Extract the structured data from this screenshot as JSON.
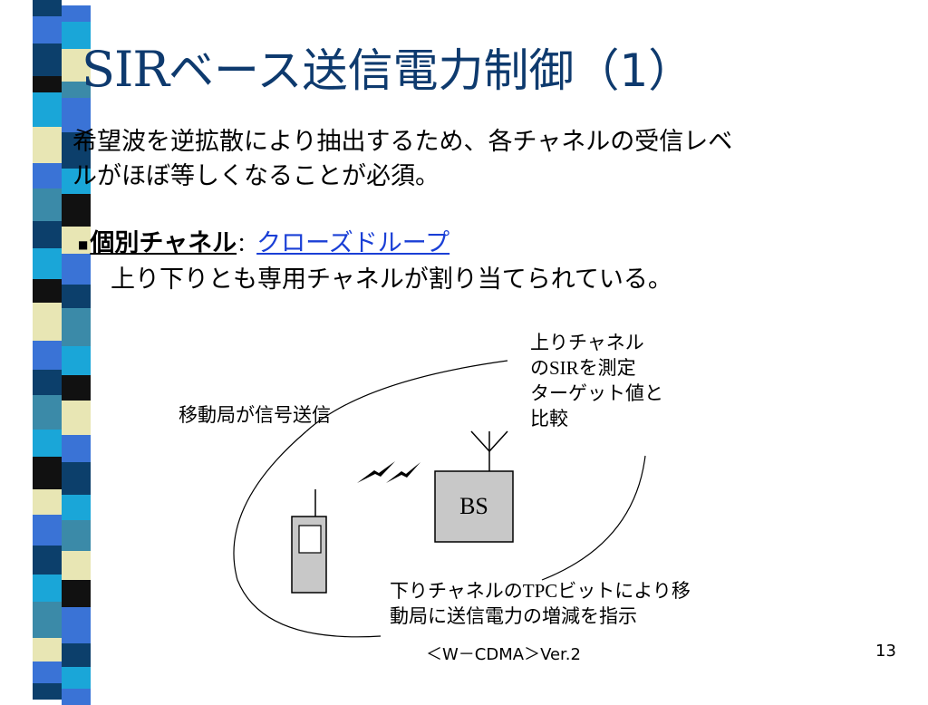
{
  "slide": {
    "title_prefix": "SIR",
    "title_main": "ベース送信電力制御（1）",
    "para1_line1": "希望波を逆拡散により抽出するため、各チャネルの受信レベ",
    "para1_line2": "ルがほぼ等しくなることが必須。",
    "sub_bullet": "■",
    "sub_label": "個別チャネル",
    "sub_colon": "：",
    "sub_link": "クローズドループ",
    "para2": "上り下りとも専用チャネルが割り当てられている。"
  },
  "diagram": {
    "uplink_note": {
      "line1": "上りチャネル",
      "line2_a": "の",
      "line2_b": "SIR",
      "line2_c": "を測定",
      "line3": "ターゲット値と",
      "line4": "比較"
    },
    "mobile_note": "移動局が信号送信",
    "bs_label": "BS",
    "downlink_note": {
      "line1_a": "下りチャネルの",
      "line1_b": "TPC",
      "line1_c": "ビットにより移",
      "line2": "動局に送信電力の増減を指示"
    }
  },
  "footer": {
    "text": "＜W－CDMA＞Ver.2",
    "page_number": "13"
  },
  "colors": {
    "title": "#0e3a6e",
    "link": "#1a3fd6",
    "stripe_dark": "#0c3f6b",
    "stripe_blue": "#3a73d6",
    "stripe_cyan": "#1aa6d8",
    "stripe_cream": "#e8e6b4",
    "stripe_black": "#111111",
    "stripe_teal": "#3b8aa8"
  }
}
